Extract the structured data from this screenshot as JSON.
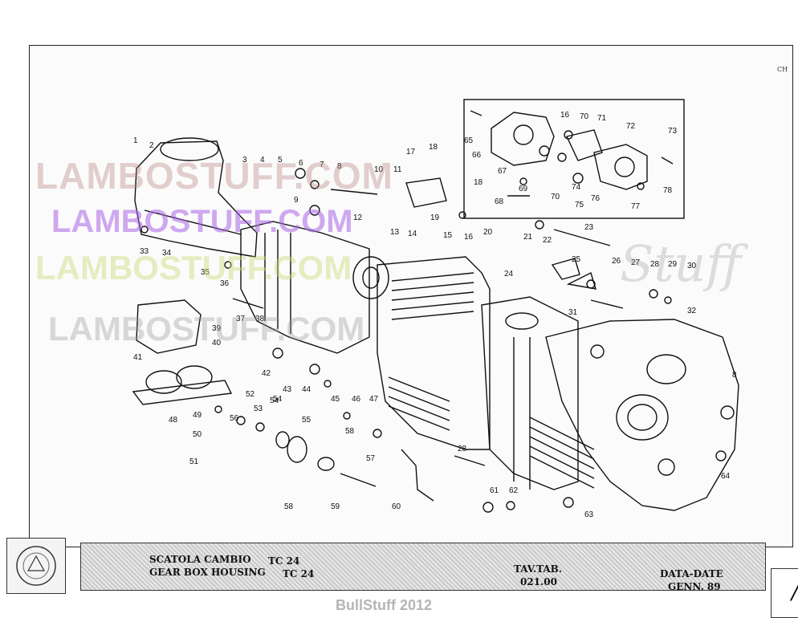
{
  "sheet": {
    "corner_code": "CH"
  },
  "watermarks": {
    "line1": "LAMBOSTUFF.COM",
    "line2": "LAMBOSTUFF.COM",
    "line3": "LAMBOSTUFF.COM",
    "line4": "LAMBOSTUFF.COM",
    "script_mark": "Stuff",
    "bottom_mark": "BullStuff 2012"
  },
  "title_block": {
    "title_it": "SCATOLA CAMBIO",
    "model_it": "TC 24",
    "title_en": "GEAR BOX HOUSING",
    "model_en": "TC 24",
    "table_label": "TAV.TAB.",
    "table_value": "021.00",
    "date_label": "DATA-DATE",
    "date_value": "GENN. 89"
  },
  "callouts": [
    "1",
    "2",
    "3",
    "4",
    "5",
    "6",
    "7",
    "8",
    "9",
    "10",
    "11",
    "12",
    "13",
    "14",
    "15",
    "16",
    "17",
    "18",
    "19",
    "20",
    "21",
    "22",
    "23",
    "24",
    "25",
    "26",
    "27",
    "28",
    "29",
    "30",
    "31",
    "32",
    "33",
    "34",
    "35",
    "36",
    "37",
    "38",
    "39",
    "40",
    "41",
    "42",
    "43",
    "44",
    "45",
    "46",
    "47",
    "48",
    "49",
    "50",
    "51",
    "52",
    "53",
    "54",
    "55",
    "56",
    "57",
    "58",
    "59",
    "60",
    "61",
    "62",
    "63",
    "64",
    "65",
    "66",
    "67",
    "68",
    "69",
    "70",
    "71",
    "72",
    "73",
    "74",
    "75",
    "76",
    "77",
    "78",
    "16",
    "18",
    "70",
    "54",
    "8",
    "28",
    "58"
  ],
  "colors": {
    "ink": "#111111",
    "paper": "#fbfbfb"
  }
}
